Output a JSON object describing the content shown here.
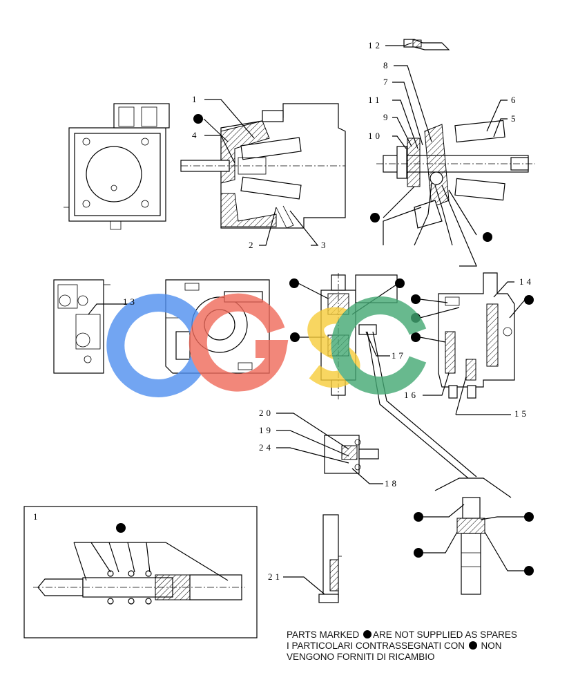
{
  "callouts": {
    "n1": "1",
    "n2": "2",
    "n3": "3",
    "n4": "4",
    "n5": "5",
    "n6": "6",
    "n7": "7",
    "n8": "8",
    "n9": "9",
    "n10": "10",
    "n11": "11",
    "n12": "12",
    "n13": "13",
    "n14": "14",
    "n15": "15",
    "n16": "16",
    "n17": "17",
    "n18": "18",
    "n19": "19",
    "n20": "20",
    "n21": "21",
    "n24": "24",
    "inset": "1"
  },
  "watermark": {
    "text": "CGSC",
    "colors": [
      "#4f8ff0",
      "#ef6a5a",
      "#f7cc3a",
      "#43a873"
    ]
  },
  "note": {
    "line1_pre": "PARTS MARKED ",
    "line1_post": "ARE NOT SUPPLIED AS SPARES",
    "line2_pre": "I PARTICOLARI CONTRASSEGNATI CON ",
    "line2_post": " NON",
    "line3": "VENGONO FORNITI DI RICAMBIO"
  }
}
